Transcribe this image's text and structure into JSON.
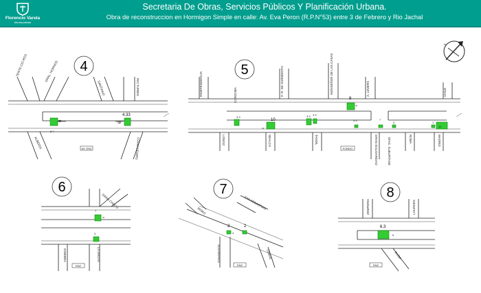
{
  "header": {
    "brand_name": "Florencio Varela",
    "brand_sub": "Municipalidad",
    "title": "Secretaria De Obras, Servicios Públicos Y Planificación Urbana.",
    "subtitle": "Obra de reconstruccion en Hormigon Simple en calle: Av. Eva Peron (R.P.N°53) entre 3 de Febrero y Rio Jachal"
  },
  "colors": {
    "header": "#009e8e",
    "patch": "#33cc33",
    "lines": "#222222"
  },
  "compass": {
    "icon": "north-arrow-icon",
    "label": "N"
  },
  "plans": [
    {
      "number": "4",
      "streets": [
        "TENTE CIO ROS",
        "GRAL. HORNOS",
        "SANTIAGO",
        "RIO TURBIO",
        "ALBERDI",
        "COPAHUE/ARG"
      ],
      "measures": [
        "6",
        "4.33",
        "6"
      ],
      "dims": [
        "6.7"
      ],
      "box": "AV. ENZ"
    },
    {
      "number": "5",
      "streets": [
        "INDEPENDENCIA",
        "P. R. DE SARMIENTO",
        "MONSEÑOR DE LAS CASAS",
        "A. LINIERS",
        "CHILE",
        "CORDOBA",
        "GRAN SOLIDARIDAD",
        "ROMA",
        "MADRID",
        "LONGO",
        "SEALCH",
        "TANDIL",
        "DIAG. SUBURTAGE"
      ],
      "measures": [
        "3.3",
        "6",
        "10",
        "3.3",
        "3.3",
        "8",
        "3.3",
        "7",
        "6",
        "4",
        "10",
        "1"
      ],
      "box": "FONDO"
    },
    {
      "number": "6",
      "streets": [
        "GRAN CHACO",
        "GINEBRA",
        "LA GRUTA"
      ],
      "measures": [
        "6",
        "7",
        "3"
      ],
      "box": "ENZ"
    },
    {
      "number": "7",
      "streets": [
        "MORO",
        "SAN SEBASTIAN",
        "SOLIVERIAS",
        "CRAVE"
      ],
      "measures": [
        "2",
        "2",
        "4"
      ],
      "box": "ENZ"
    },
    {
      "number": "8",
      "streets": [
        "ZEMPERIA",
        "LOURDES",
        "RUGA"
      ],
      "measures": [
        "6.3",
        "6"
      ],
      "box": "ENZ"
    }
  ]
}
